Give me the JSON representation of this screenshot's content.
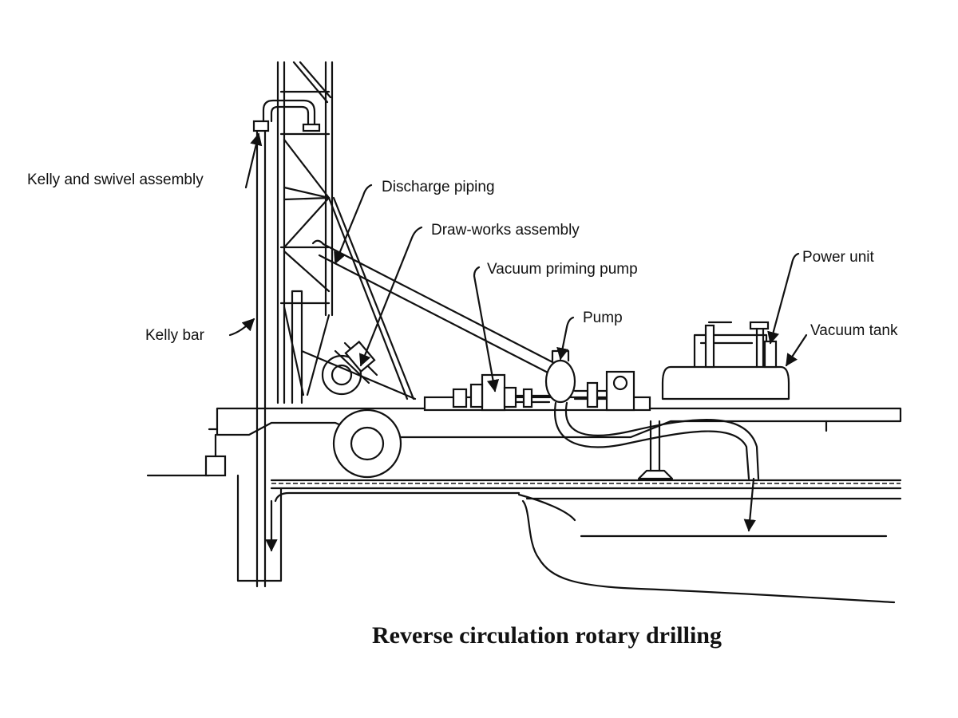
{
  "title": "Reverse circulation rotary drilling",
  "labels": {
    "kelly_swivel": "Kelly and swivel assembly",
    "discharge_piping": "Discharge piping",
    "draw_works": "Draw-works assembly",
    "vacuum_priming_pump": "Vacuum priming pump",
    "pump": "Pump",
    "power_unit": "Power unit",
    "vacuum_tank": "Vacuum tank",
    "kelly_bar": "Kelly bar"
  }
}
